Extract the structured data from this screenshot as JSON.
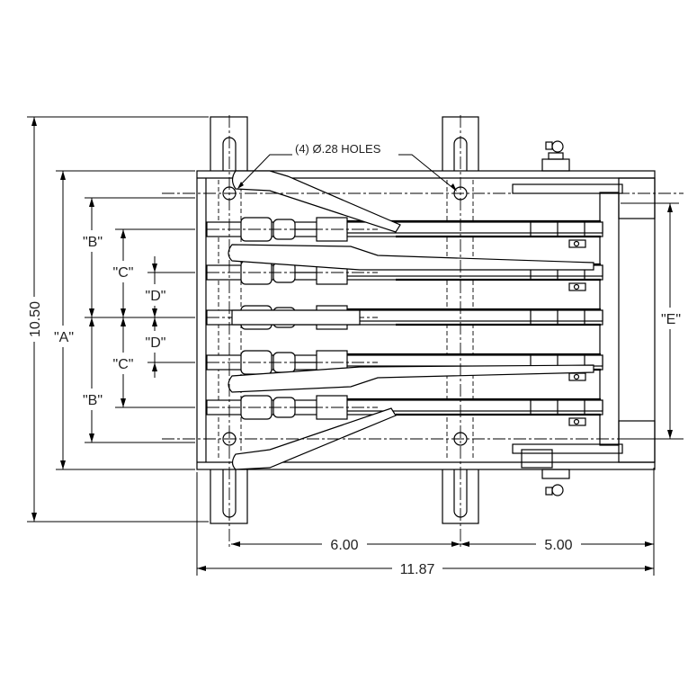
{
  "drawing": {
    "note_holes": "(4) Ø.28 HOLES",
    "dims": {
      "overall_height": "10.50",
      "a": "\"A\"",
      "b_top": "\"B\"",
      "b_bottom": "\"B\"",
      "c_top": "\"C\"",
      "c_bottom": "\"C\"",
      "d_top": "\"D\"",
      "d_bottom": "\"D\"",
      "e": "\"E\"",
      "hole_spacing": "6.00",
      "right_offset": "5.00",
      "overall_width": "11.87"
    }
  }
}
